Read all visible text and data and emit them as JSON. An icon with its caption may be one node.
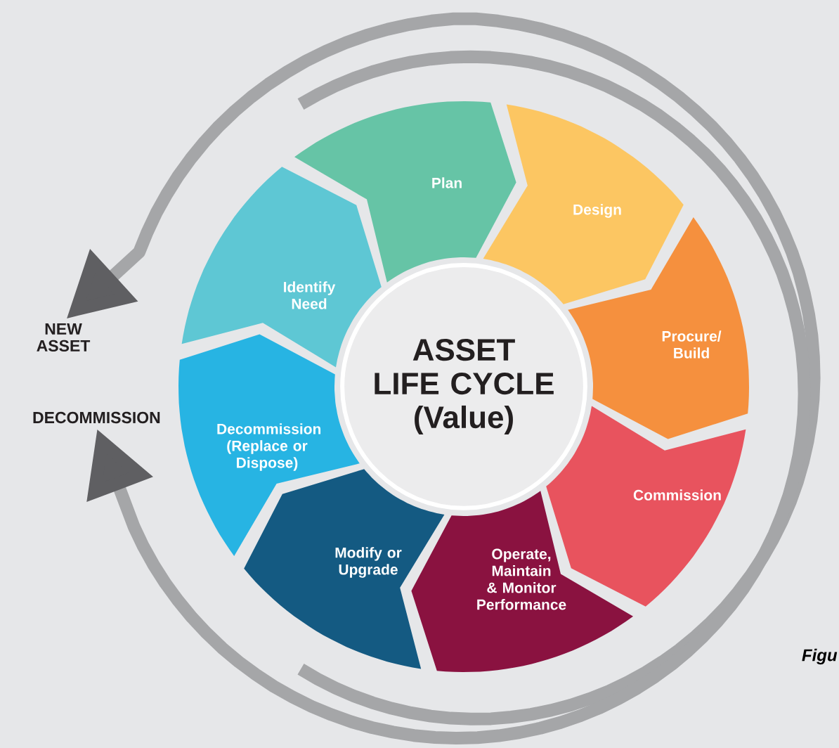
{
  "diagram": {
    "nodes": [
      {
        "text": [
          "ASSET LIFE CYCLE",
          "(Value)"
        ]
      },
      {
        "text": [
          "Plan"
        ]
      },
      {
        "text": [
          "Design"
        ]
      },
      {
        "text": [
          "Procure/ Build"
        ]
      },
      {
        "text": [
          "Commission"
        ]
      },
      {
        "text": [
          "Operate, Maintain & Monitor Performance"
        ]
      },
      {
        "text": [
          "Modify or Upgrade"
        ]
      },
      {
        "text": [
          "Decommission (Replace or Dispose)"
        ]
      },
      {
        "text": [
          "Identify Need"
        ]
      },
      {
        "text": [
          "NEW ASSET"
        ]
      },
      {
        "text": [
          "DECOMMISSION"
        ]
      }
    ],
    "edges": [
      {
        "from": null,
        "to": 9,
        "arrow": "to"
      },
      {
        "from": null,
        "to": 10,
        "arrow": "to"
      }
    ],
    "labels": [
      "Figu"
    ]
  }
}
